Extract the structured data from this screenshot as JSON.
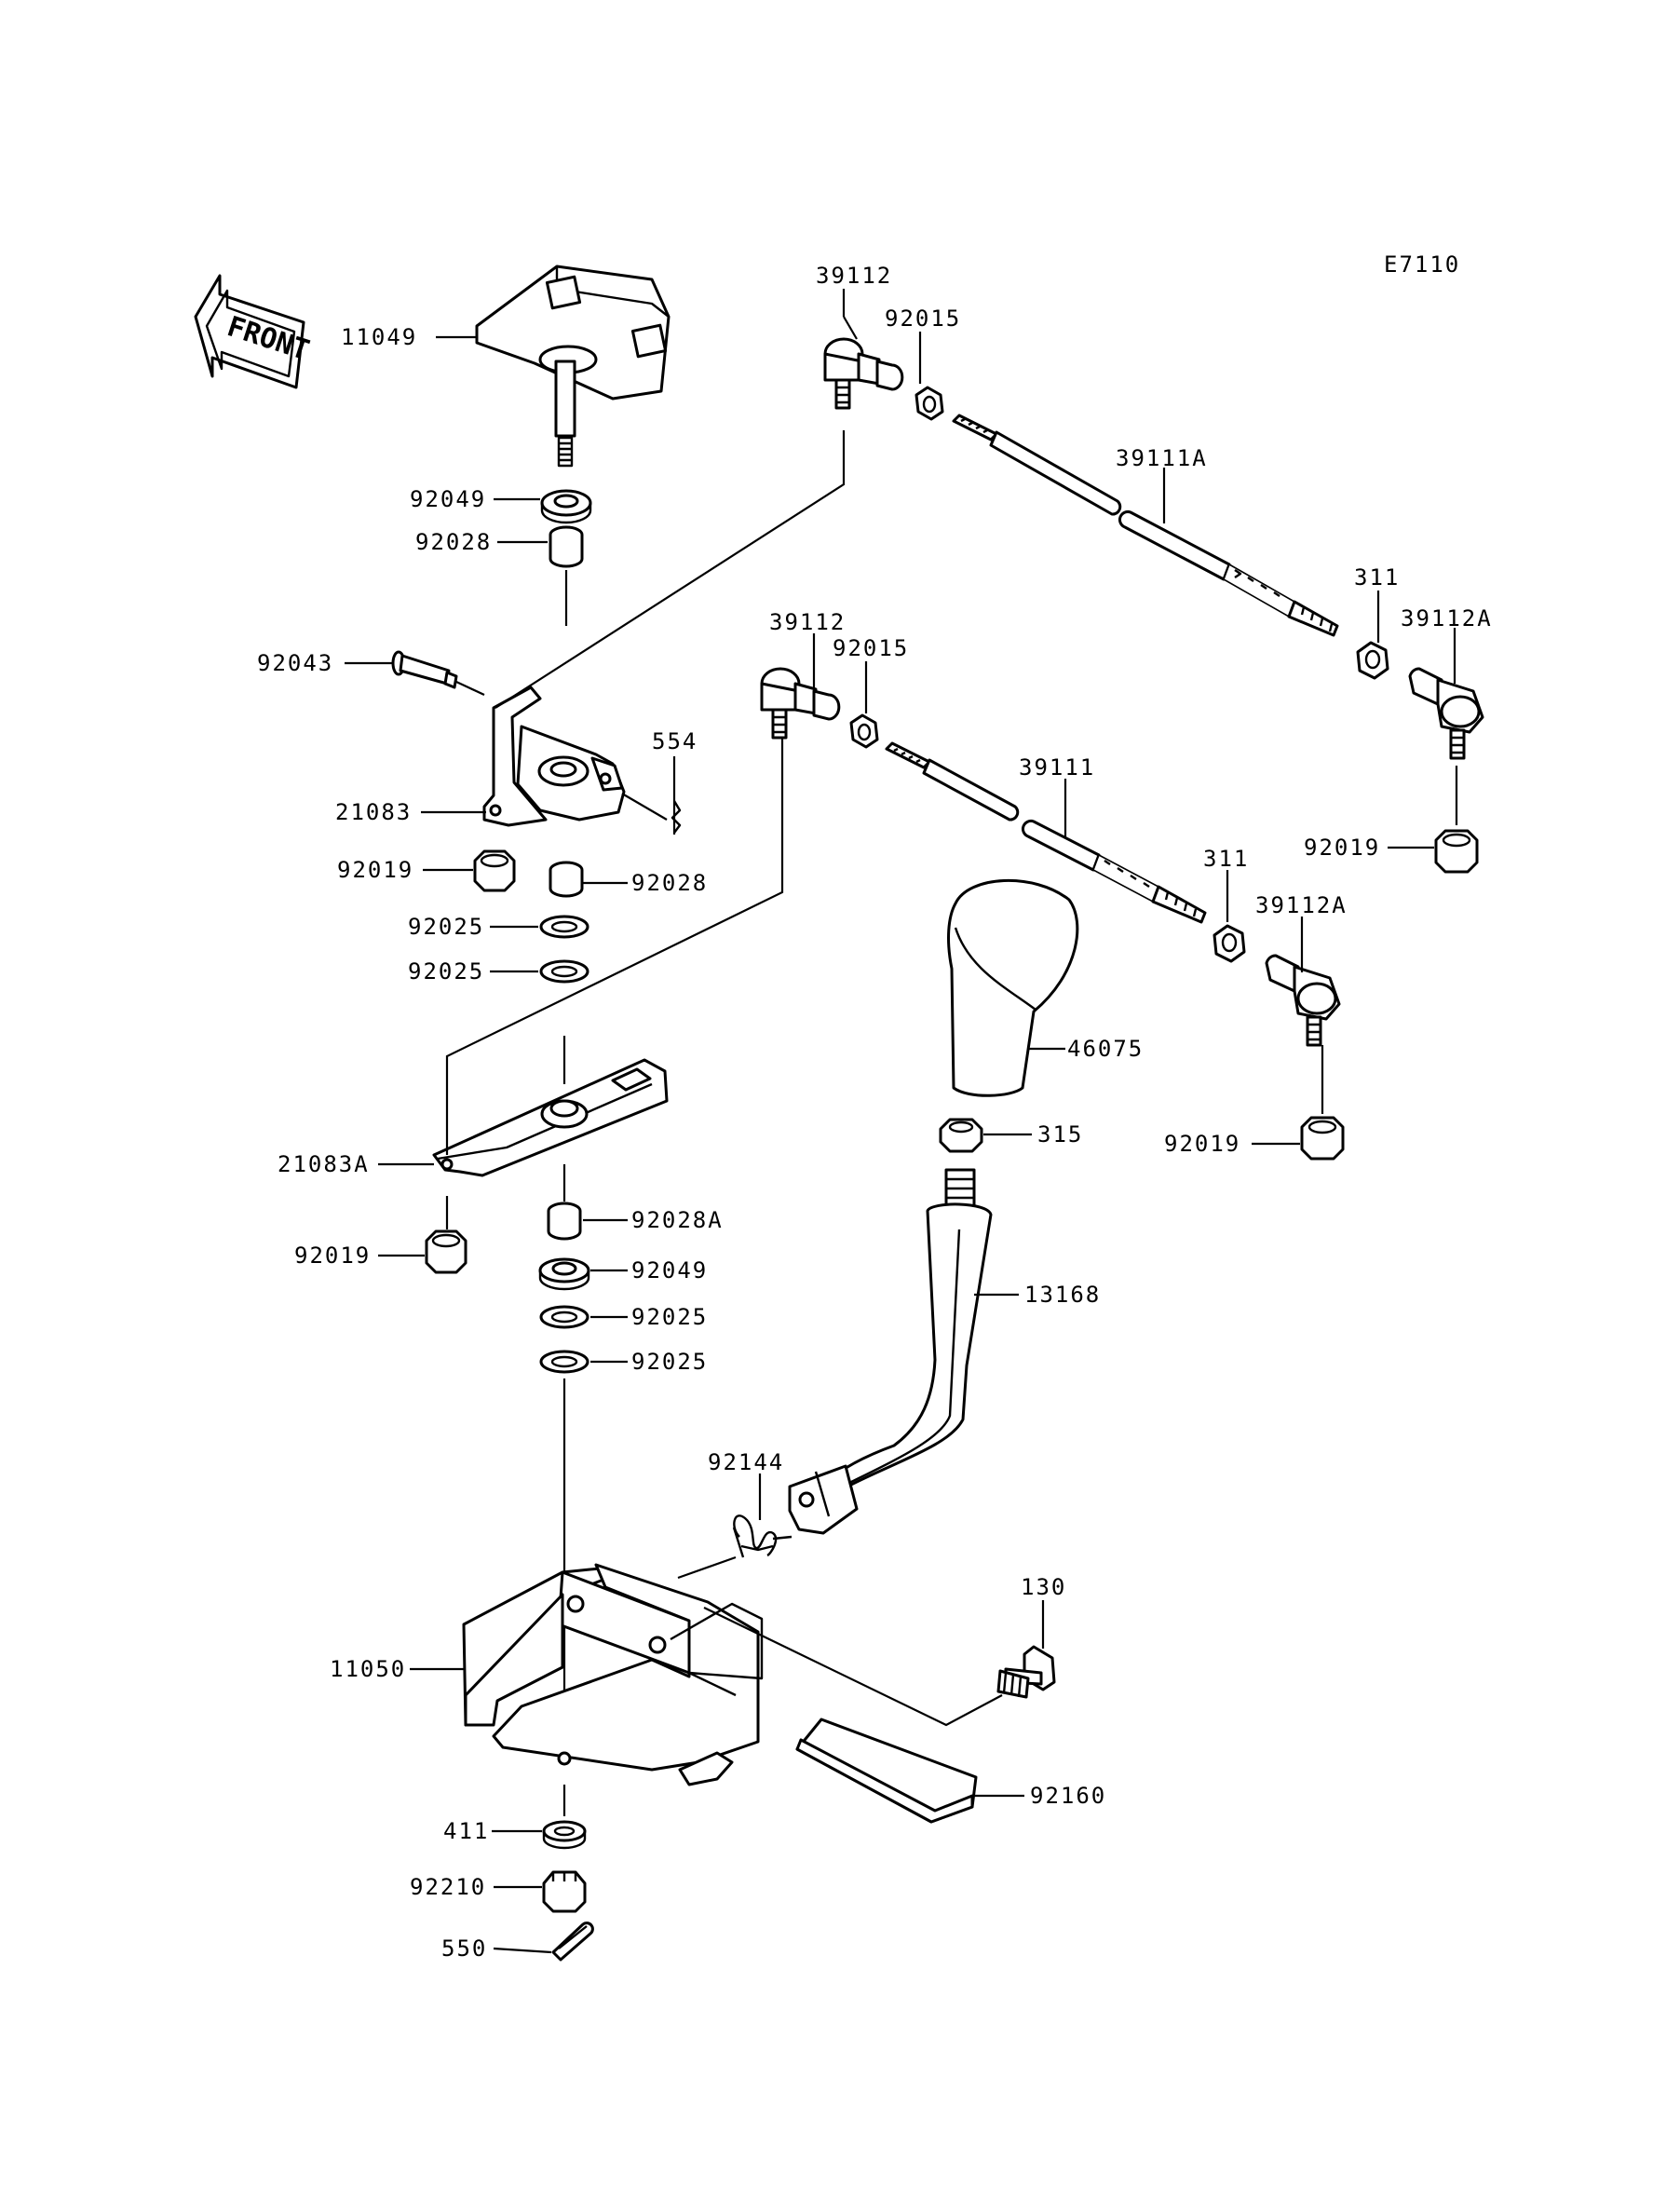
{
  "diagram_code": "E7110",
  "front_arrow": {
    "text": "FRONT",
    "icon": "front-arrow-icon"
  },
  "labels": {
    "p11049": "11049",
    "p92049_a": "92049",
    "p92028_a": "92028",
    "p92043": "92043",
    "p21083": "21083",
    "p554": "554",
    "p92019_a": "92019",
    "p92028_b": "92028",
    "p92025_a": "92025",
    "p92025_b": "92025",
    "p21083A": "21083A",
    "p92019_b": "92019",
    "p92028A": "92028A",
    "p92049_b": "92049",
    "p92025_c": "92025",
    "p92025_d": "92025",
    "p39112_a": "39112",
    "p92015_a": "92015",
    "p39111A": "39111A",
    "p311_a": "311",
    "p39112A_a": "39112A",
    "p92019_c": "92019",
    "p39112_b": "39112",
    "p92015_b": "92015",
    "p39111": "39111",
    "p311_b": "311",
    "p39112A_b": "39112A",
    "p92019_d": "92019",
    "p46075": "46075",
    "p315": "315",
    "p13168": "13168",
    "p92144": "92144",
    "p130": "130",
    "p11050": "11050",
    "p92160": "92160",
    "p411": "411",
    "p92210": "92210",
    "p550": "550"
  }
}
